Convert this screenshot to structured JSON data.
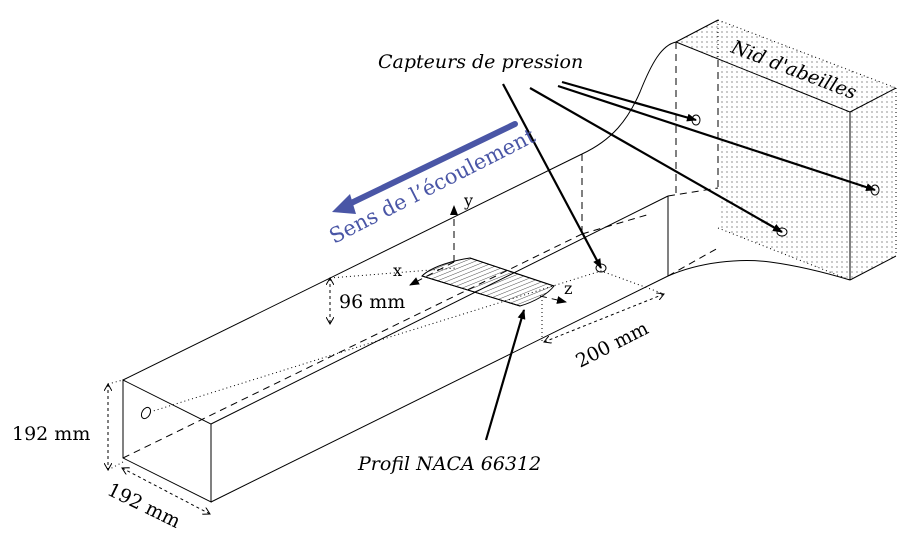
{
  "colors": {
    "line": "#000000",
    "flow": "#4a56a6",
    "background": "#ffffff"
  },
  "labels": {
    "sensors": "Capteurs de pression",
    "honeycomb": "Nid d'abeilles",
    "flow_direction": "Sens de l’écoulement",
    "profile": "Profil NACA 66312",
    "dim_height_profile": "96 mm",
    "dim_span": "200 mm",
    "dim_height_section": "192 mm",
    "dim_width_section": "192 mm"
  },
  "axes": {
    "x": "x",
    "y": "y",
    "z": "z"
  }
}
